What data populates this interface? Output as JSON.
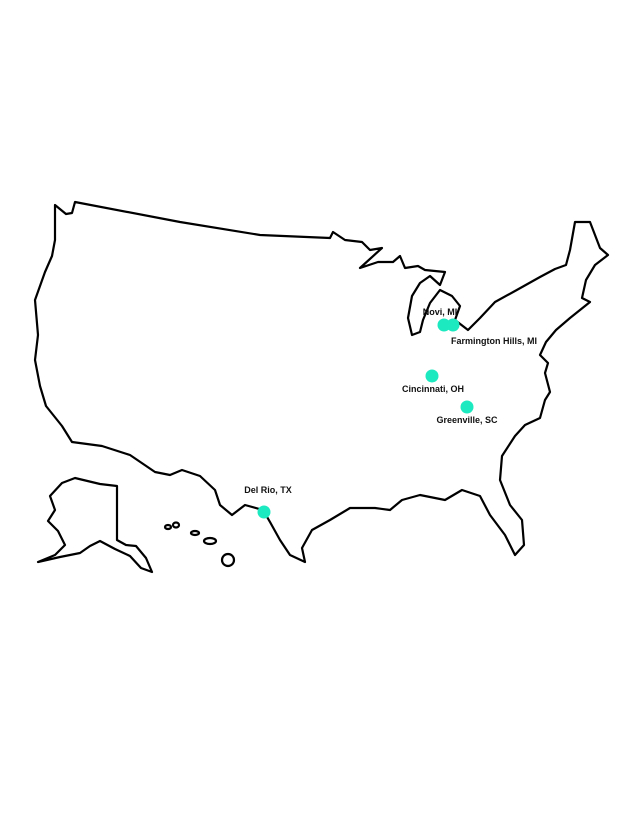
{
  "map": {
    "marker_color": "#1de9c0",
    "outline_color": "#000000",
    "locations": [
      {
        "id": "novi",
        "label": "Novi, MI"
      },
      {
        "id": "farmington",
        "label": "Farmington Hills, MI"
      },
      {
        "id": "cincinnati",
        "label": "Cincinnati, OH"
      },
      {
        "id": "greenville",
        "label": "Greenville, SC"
      },
      {
        "id": "delrio",
        "label": "Del Rio, TX"
      }
    ]
  }
}
